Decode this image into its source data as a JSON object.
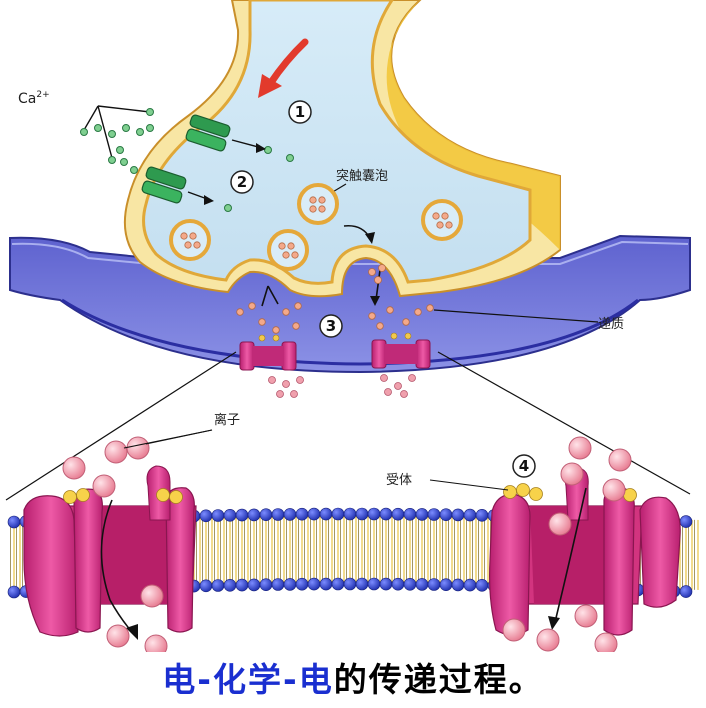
{
  "labels": {
    "ion_ca": "Ca",
    "ion_ca_charge": "2+",
    "vesicle": "突触囊泡",
    "transmitter": "递质",
    "ions": "离子",
    "receptor": "受体"
  },
  "steps": [
    "1",
    "2",
    "3",
    "4"
  ],
  "caption": {
    "part1": "电-化学-电",
    "part2": "的传递过程。"
  },
  "colors": {
    "axoplasm": "#cfe6f3",
    "membrane_gold": "#e7b33a",
    "membrane_outer": "#f6dc86",
    "postsynaptic": "#6f74d9",
    "channel_pink": "#d9378d",
    "ca_channel_green": "#2e9a4f",
    "ion_pink": "#f0a0ad",
    "bilayer_head": "#2d3fc4",
    "arrow_red": "#e23a2c",
    "caption_blue": "#1a2fd0"
  }
}
